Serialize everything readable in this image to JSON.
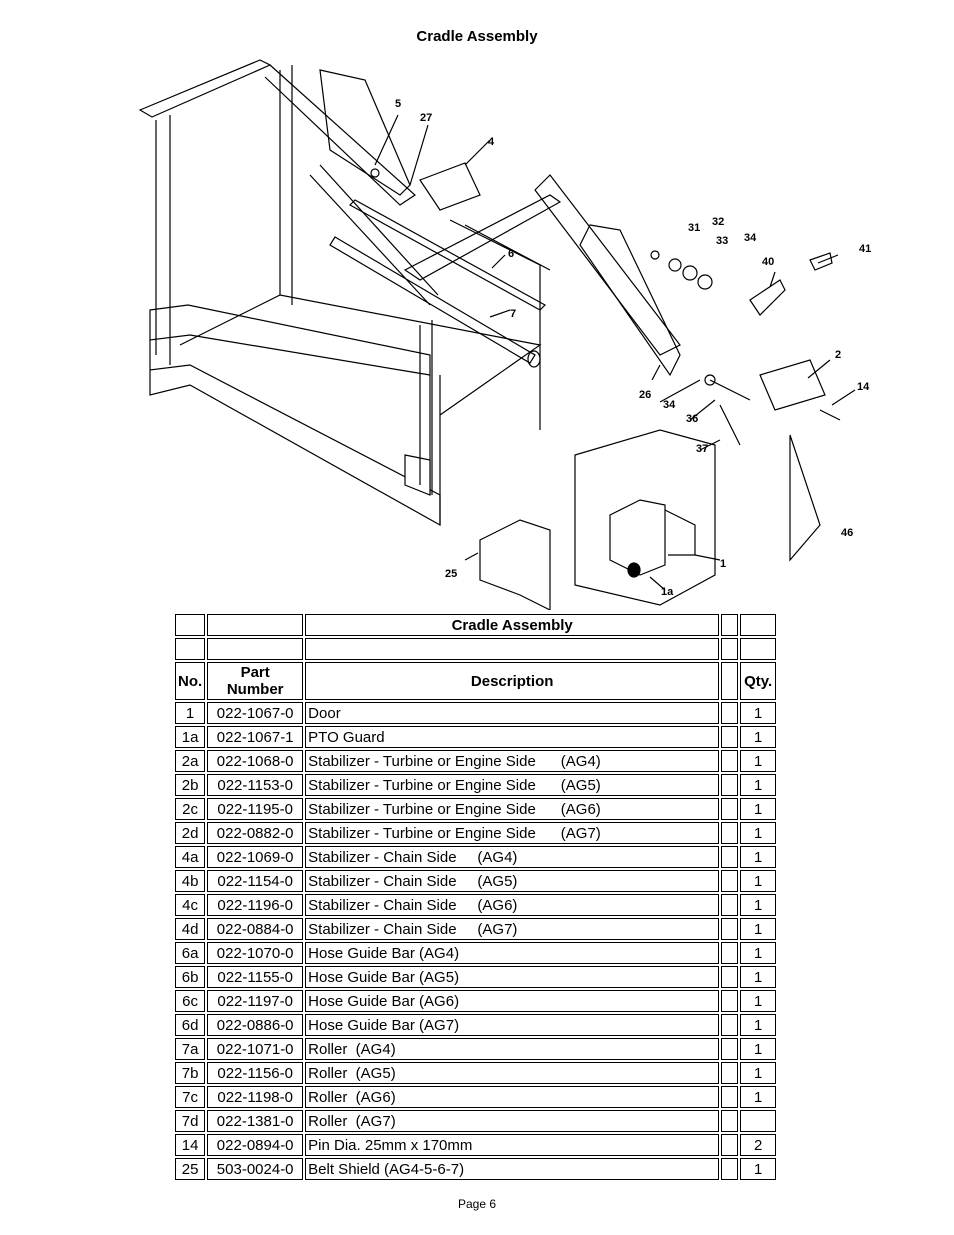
{
  "title": "Cradle Assembly",
  "callouts": [
    "5",
    "27",
    "4",
    "31",
    "32",
    "33",
    "34",
    "41",
    "40",
    "6",
    "7",
    "2",
    "14",
    "26",
    "34",
    "36",
    "37",
    "46",
    "1",
    "1a",
    "25"
  ],
  "table": {
    "title": "Cradle Assembly",
    "headers": {
      "no": "No.",
      "part": "Part\nNumber",
      "desc": "Description",
      "qty": "Qty."
    },
    "rows": [
      {
        "no": "1",
        "part": "022-1067-0",
        "desc": "Door",
        "qty": "1"
      },
      {
        "no": "1a",
        "part": "022-1067-1",
        "desc": "PTO Guard",
        "qty": "1"
      },
      {
        "no": "2a",
        "part": "022-1068-0",
        "desc": "Stabilizer - Turbine or Engine Side      (AG4)",
        "qty": "1"
      },
      {
        "no": "2b",
        "part": "022-1153-0",
        "desc": "Stabilizer - Turbine or Engine Side      (AG5)",
        "qty": "1"
      },
      {
        "no": "2c",
        "part": "022-1195-0",
        "desc": "Stabilizer - Turbine or Engine Side      (AG6)",
        "qty": "1"
      },
      {
        "no": "2d",
        "part": "022-0882-0",
        "desc": "Stabilizer - Turbine or Engine Side      (AG7)",
        "qty": "1"
      },
      {
        "no": "4a",
        "part": "022-1069-0",
        "desc": "Stabilizer - Chain Side     (AG4)",
        "qty": "1"
      },
      {
        "no": "4b",
        "part": "022-1154-0",
        "desc": "Stabilizer - Chain Side     (AG5)",
        "qty": "1"
      },
      {
        "no": "4c",
        "part": "022-1196-0",
        "desc": "Stabilizer - Chain Side     (AG6)",
        "qty": "1"
      },
      {
        "no": "4d",
        "part": "022-0884-0",
        "desc": "Stabilizer - Chain Side     (AG7)",
        "qty": "1"
      },
      {
        "no": "6a",
        "part": "022-1070-0",
        "desc": "Hose Guide Bar (AG4)",
        "qty": "1"
      },
      {
        "no": "6b",
        "part": "022-1155-0",
        "desc": "Hose Guide Bar (AG5)",
        "qty": "1"
      },
      {
        "no": "6c",
        "part": "022-1197-0",
        "desc": "Hose Guide Bar (AG6)",
        "qty": "1"
      },
      {
        "no": "6d",
        "part": "022-0886-0",
        "desc": "Hose Guide Bar (AG7)",
        "qty": "1"
      },
      {
        "no": "7a",
        "part": "022-1071-0",
        "desc": "Roller  (AG4)",
        "qty": "1"
      },
      {
        "no": "7b",
        "part": "022-1156-0",
        "desc": "Roller  (AG5)",
        "qty": "1"
      },
      {
        "no": "7c",
        "part": "022-1198-0",
        "desc": "Roller  (AG6)",
        "qty": "1"
      },
      {
        "no": "7d",
        "part": "022-1381-0",
        "desc": "Roller  (AG7)",
        "qty": ""
      },
      {
        "no": "14",
        "part": "022-0894-0",
        "desc": "Pin Dia. 25mm x 170mm",
        "qty": "2"
      },
      {
        "no": "25",
        "part": "503-0024-0",
        "desc": "Belt Shield (AG4-5-6-7)",
        "qty": "1"
      }
    ]
  },
  "footer": "Page 6"
}
